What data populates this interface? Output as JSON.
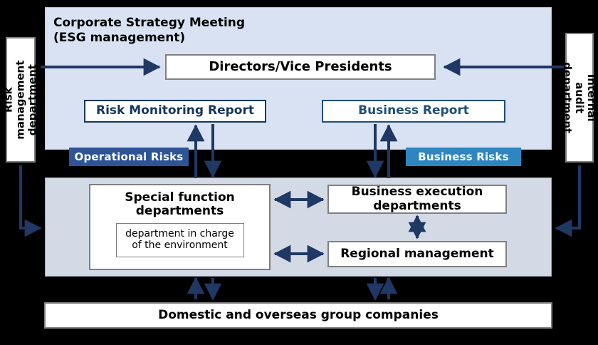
{
  "diagram": {
    "title": "Corporate Strategy Meeting\n(ESG management)",
    "accent_navy": "#1f3864",
    "accent_blue": "#2e75b6",
    "arrow_color": "#1f3864",
    "panel_upper_fill": "#d9e2f3",
    "panel_lower_fill": "#d3dae5",
    "background": "#000000"
  },
  "side_boxes": {
    "left": {
      "label": "Risk management\ndepartment"
    },
    "right": {
      "label": "Internal audit\ndepartment"
    }
  },
  "upper_panel": {
    "title": "Corporate Strategy Meeting\n(ESG management)",
    "directors_box": {
      "label": "Directors/Vice Presidents"
    },
    "risk_report_box": {
      "label": "Risk Monitoring Report"
    },
    "business_report_box": {
      "label": "Business Report"
    }
  },
  "badges": [
    {
      "label": "Operational Risks",
      "color": "#2e5496"
    },
    {
      "label": "Business Risks",
      "color": "#2e86c1"
    }
  ],
  "lower_panel": {
    "special_function": {
      "label": "Special function\ndepartments",
      "sub_box": {
        "label": "department in charge\nof the environment"
      }
    },
    "business_execution": {
      "label": "Business execution\ndepartments"
    },
    "regional_management": {
      "label": "Regional management"
    }
  },
  "bottom_box": {
    "label": "Domestic and overseas group companies"
  }
}
